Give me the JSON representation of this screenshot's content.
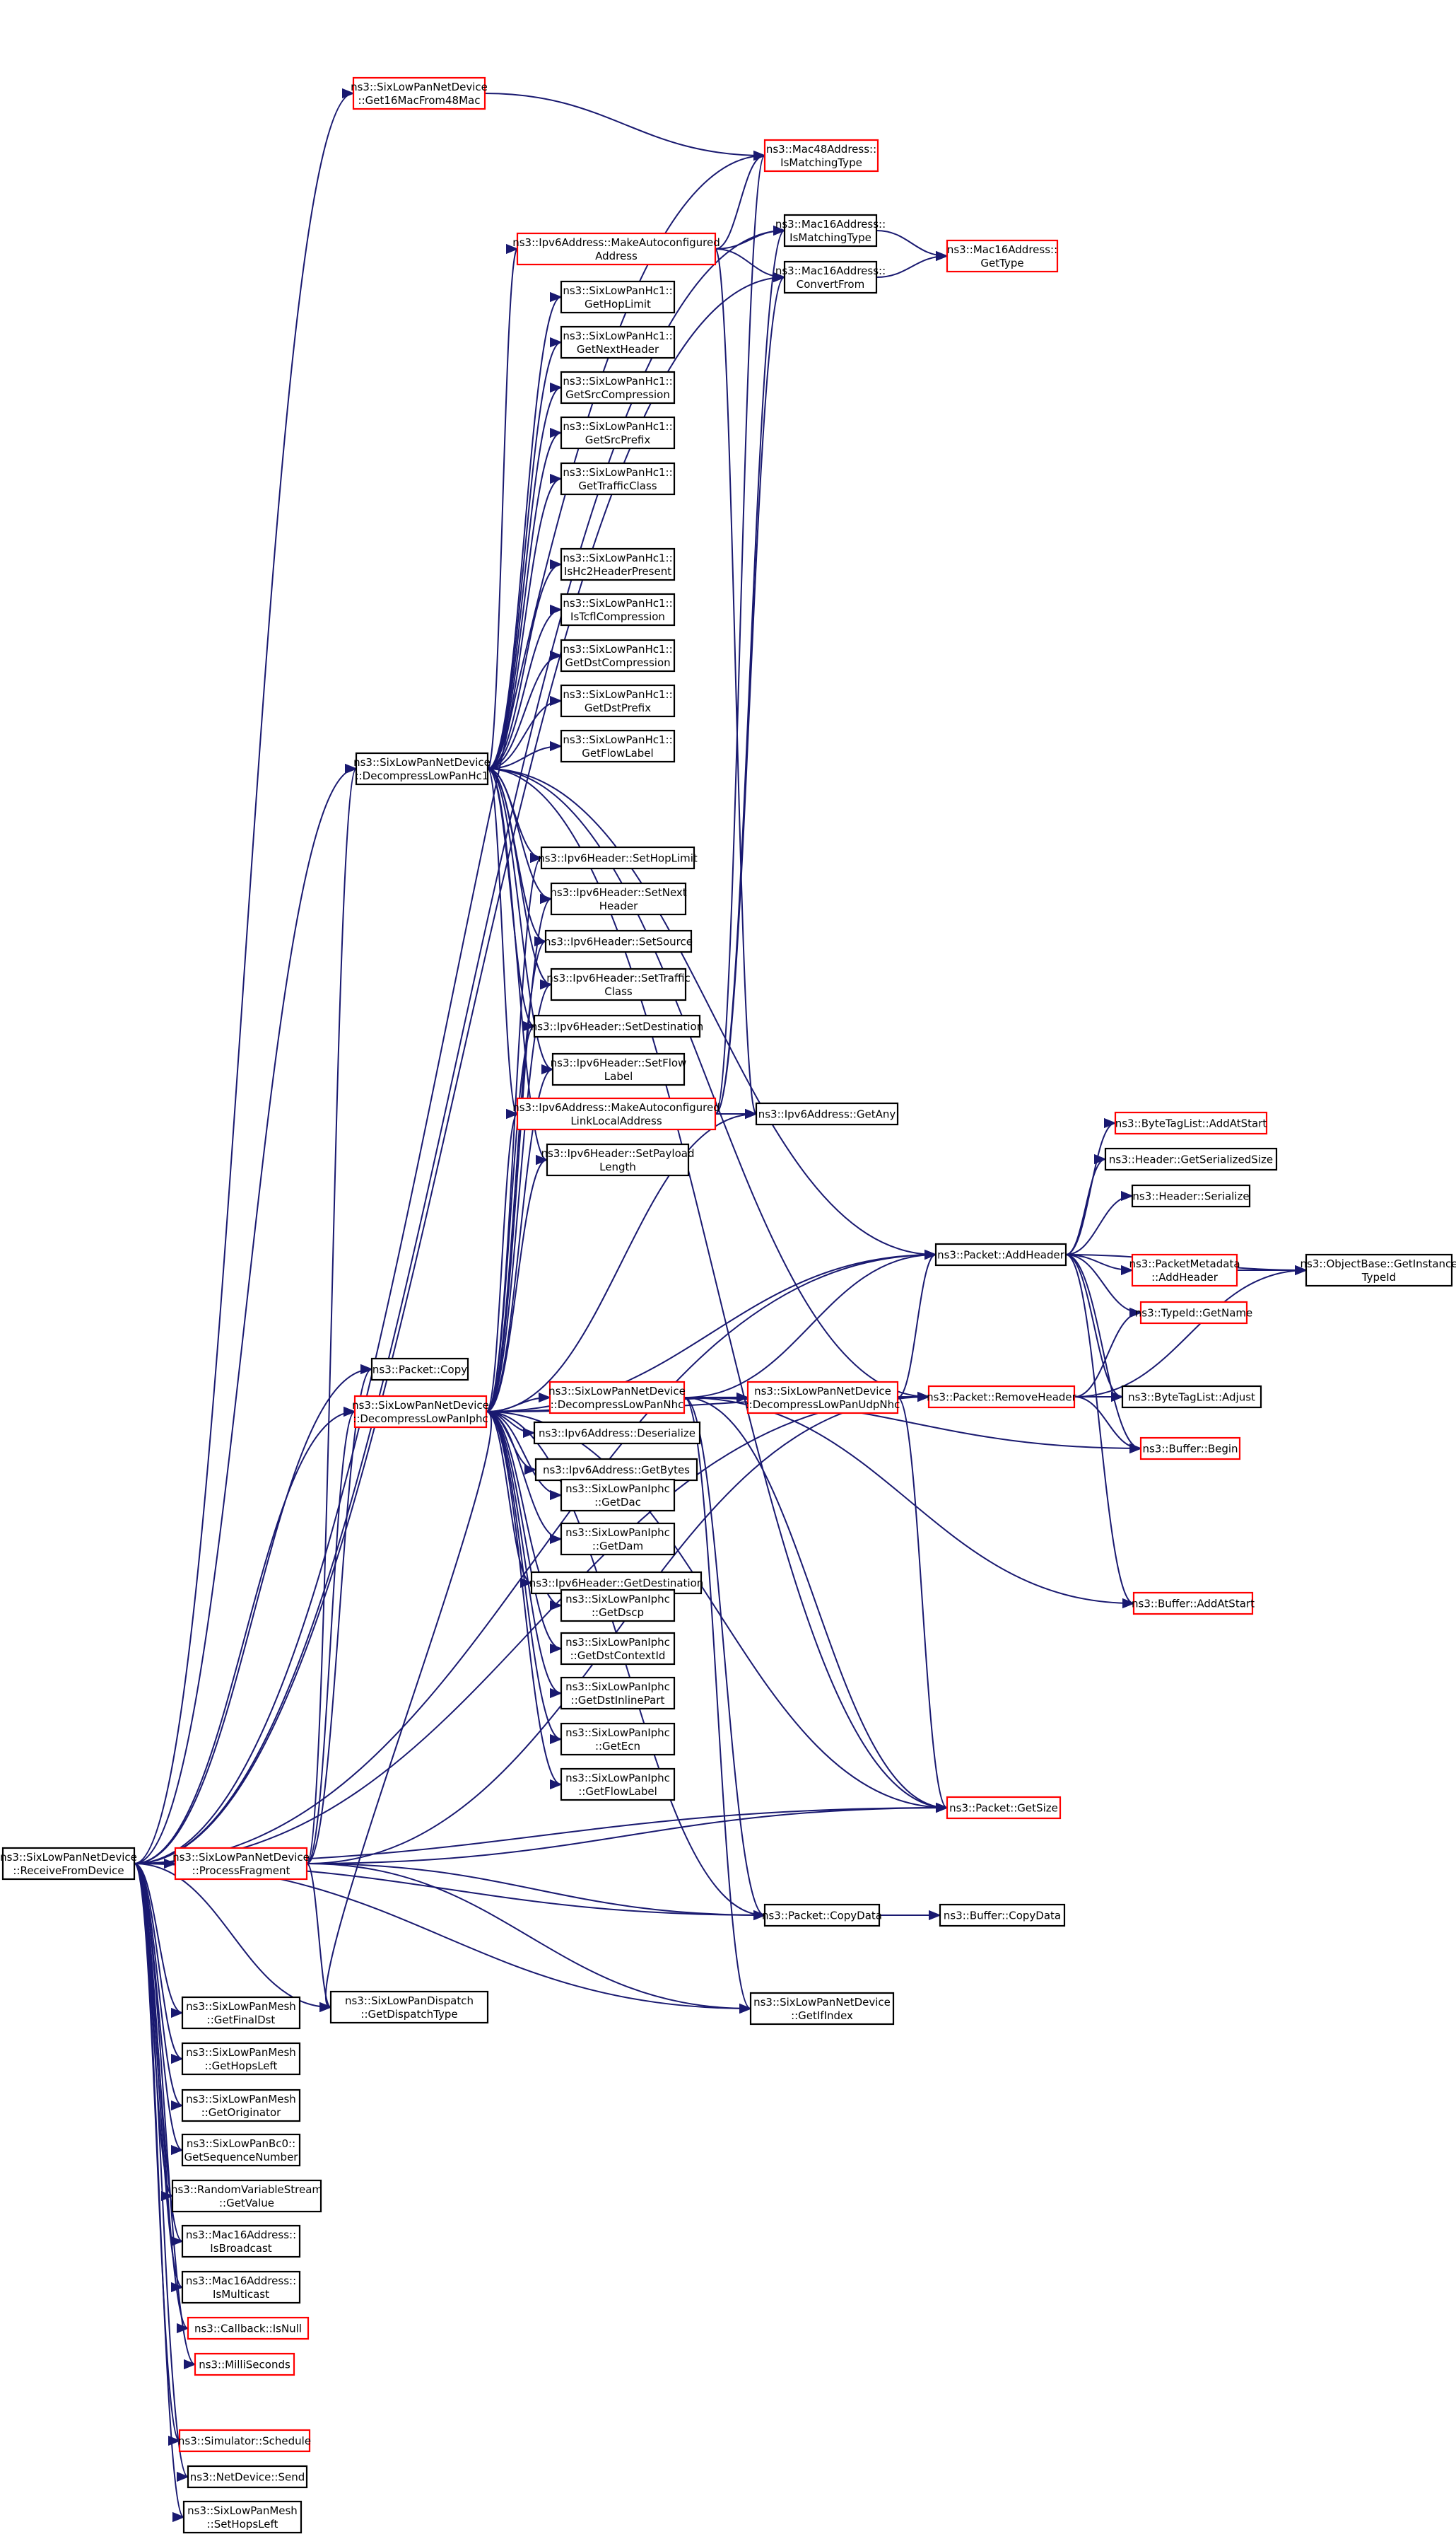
{
  "colors": {
    "edge": "#191970",
    "border_default": "#000000",
    "border_red": "#ff0000",
    "root_fill": "#bfbfbf",
    "background": "#ffffff"
  },
  "nodes": [
    {
      "id": "root",
      "lines": [
        "ns3::SixLowPanNetDevice",
        "::ReceiveFromDevice"
      ],
      "border": "black",
      "root": true
    },
    {
      "id": "get16",
      "lines": [
        "ns3::SixLowPanNetDevice",
        "::Get16MacFrom48Mac"
      ],
      "border": "red"
    },
    {
      "id": "mac48match",
      "lines": [
        "ns3::Mac48Address::",
        "IsMatchingType"
      ],
      "border": "red"
    },
    {
      "id": "mac16match",
      "lines": [
        "ns3::Mac16Address::",
        "IsMatchingType"
      ],
      "border": "black"
    },
    {
      "id": "mac16type",
      "lines": [
        "ns3::Mac16Address::",
        "GetType"
      ],
      "border": "red"
    },
    {
      "id": "mac16conv",
      "lines": [
        "ns3::Mac16Address::",
        "ConvertFrom"
      ],
      "border": "black"
    },
    {
      "id": "ipv6autoconf",
      "lines": [
        "ns3::Ipv6Address::MakeAutoconfigured",
        "Address"
      ],
      "border": "red"
    },
    {
      "id": "hc1hoplimit",
      "lines": [
        "ns3::SixLowPanHc1::",
        "GetHopLimit"
      ],
      "border": "black"
    },
    {
      "id": "hc1nexthdr",
      "lines": [
        "ns3::SixLowPanHc1::",
        "GetNextHeader"
      ],
      "border": "black"
    },
    {
      "id": "hc1srccomp",
      "lines": [
        "ns3::SixLowPanHc1::",
        "GetSrcCompression"
      ],
      "border": "black"
    },
    {
      "id": "hc1srcprefix",
      "lines": [
        "ns3::SixLowPanHc1::",
        "GetSrcPrefix"
      ],
      "border": "black"
    },
    {
      "id": "hc1tclass",
      "lines": [
        "ns3::SixLowPanHc1::",
        "GetTrafficClass"
      ],
      "border": "black"
    },
    {
      "id": "hc1hc2",
      "lines": [
        "ns3::SixLowPanHc1::",
        "IsHc2HeaderPresent"
      ],
      "border": "black"
    },
    {
      "id": "hc1tcfl",
      "lines": [
        "ns3::SixLowPanHc1::",
        "IsTcflCompression"
      ],
      "border": "black"
    },
    {
      "id": "hc1dstcomp",
      "lines": [
        "ns3::SixLowPanHc1::",
        "GetDstCompression"
      ],
      "border": "black"
    },
    {
      "id": "hc1dstprefix",
      "lines": [
        "ns3::SixLowPanHc1::",
        "GetDstPrefix"
      ],
      "border": "black"
    },
    {
      "id": "hc1flowlabel",
      "lines": [
        "ns3::SixLowPanHc1::",
        "GetFlowLabel"
      ],
      "border": "black"
    },
    {
      "id": "dechc1",
      "lines": [
        "ns3::SixLowPanNetDevice",
        "::DecompressLowPanHc1"
      ],
      "border": "black"
    },
    {
      "id": "sethoplimit",
      "lines": [
        "ns3::Ipv6Header::SetHopLimit"
      ],
      "border": "black"
    },
    {
      "id": "setnexthdr",
      "lines": [
        "ns3::Ipv6Header::SetNext",
        "Header"
      ],
      "border": "black"
    },
    {
      "id": "setsource",
      "lines": [
        "ns3::Ipv6Header::SetSource"
      ],
      "border": "black"
    },
    {
      "id": "settclass",
      "lines": [
        "ns3::Ipv6Header::SetTraffic",
        "Class"
      ],
      "border": "black"
    },
    {
      "id": "setdest",
      "lines": [
        "ns3::Ipv6Header::SetDestination"
      ],
      "border": "black"
    },
    {
      "id": "setflow",
      "lines": [
        "ns3::Ipv6Header::SetFlow",
        "Label"
      ],
      "border": "black"
    },
    {
      "id": "ipv6linklocal",
      "lines": [
        "ns3::Ipv6Address::MakeAutoconfigured",
        "LinkLocalAddress"
      ],
      "border": "red"
    },
    {
      "id": "ipv6getany",
      "lines": [
        "ns3::Ipv6Address::GetAny"
      ],
      "border": "black"
    },
    {
      "id": "setpayload",
      "lines": [
        "ns3::Ipv6Header::SetPayload",
        "Length"
      ],
      "border": "black"
    },
    {
      "id": "bytetagstart",
      "lines": [
        "ns3::ByteTagList::AddAtStart"
      ],
      "border": "red"
    },
    {
      "id": "hdrsersize",
      "lines": [
        "ns3::Header::GetSerializedSize"
      ],
      "border": "black"
    },
    {
      "id": "hdrser",
      "lines": [
        "ns3::Header::Serialize"
      ],
      "border": "black"
    },
    {
      "id": "addheader",
      "lines": [
        "ns3::Packet::AddHeader"
      ],
      "border": "black"
    },
    {
      "id": "pktmeta",
      "lines": [
        "ns3::PacketMetadata",
        "::AddHeader"
      ],
      "border": "red"
    },
    {
      "id": "objtypeid",
      "lines": [
        "ns3::ObjectBase::GetInstance",
        "TypeId"
      ],
      "border": "black"
    },
    {
      "id": "typeidname",
      "lines": [
        "ns3::TypeId::GetName"
      ],
      "border": "red"
    },
    {
      "id": "pktcopy",
      "lines": [
        "ns3::Packet::Copy"
      ],
      "border": "black"
    },
    {
      "id": "decnhc",
      "lines": [
        "ns3::SixLowPanNetDevice",
        "::DecompressLowPanNhc"
      ],
      "border": "red"
    },
    {
      "id": "decudpnhc",
      "lines": [
        "ns3::SixLowPanNetDevice",
        "::DecompressLowPanUdpNhc"
      ],
      "border": "red"
    },
    {
      "id": "removeheader",
      "lines": [
        "ns3::Packet::RemoveHeader"
      ],
      "border": "red"
    },
    {
      "id": "bytetagadjust",
      "lines": [
        "ns3::ByteTagList::Adjust"
      ],
      "border": "black"
    },
    {
      "id": "deciphc",
      "lines": [
        "ns3::SixLowPanNetDevice",
        "::DecompressLowPanIphc"
      ],
      "border": "red"
    },
    {
      "id": "ipv6deser",
      "lines": [
        "ns3::Ipv6Address::Deserialize"
      ],
      "border": "black"
    },
    {
      "id": "bufbegin",
      "lines": [
        "ns3::Buffer::Begin"
      ],
      "border": "red"
    },
    {
      "id": "ipv6getbytes",
      "lines": [
        "ns3::Ipv6Address::GetBytes"
      ],
      "border": "black"
    },
    {
      "id": "iphcdac",
      "lines": [
        "ns3::SixLowPanIphc",
        "::GetDac"
      ],
      "border": "black"
    },
    {
      "id": "iphcdam",
      "lines": [
        "ns3::SixLowPanIphc",
        "::GetDam"
      ],
      "border": "black"
    },
    {
      "id": "ipv6getdest",
      "lines": [
        "ns3::Ipv6Header::GetDestination"
      ],
      "border": "black"
    },
    {
      "id": "iphcdscp",
      "lines": [
        "ns3::SixLowPanIphc",
        "::GetDscp"
      ],
      "border": "black"
    },
    {
      "id": "bufaddstart",
      "lines": [
        "ns3::Buffer::AddAtStart"
      ],
      "border": "red"
    },
    {
      "id": "iphcdstctx",
      "lines": [
        "ns3::SixLowPanIphc",
        "::GetDstContextId"
      ],
      "border": "black"
    },
    {
      "id": "iphcdstinline",
      "lines": [
        "ns3::SixLowPanIphc",
        "::GetDstInlinePart"
      ],
      "border": "black"
    },
    {
      "id": "iphcecn",
      "lines": [
        "ns3::SixLowPanIphc",
        "::GetEcn"
      ],
      "border": "black"
    },
    {
      "id": "iphcflow",
      "lines": [
        "ns3::SixLowPanIphc",
        "::GetFlowLabel"
      ],
      "border": "black"
    },
    {
      "id": "pktgetsize",
      "lines": [
        "ns3::Packet::GetSize"
      ],
      "border": "red"
    },
    {
      "id": "procfrag",
      "lines": [
        "ns3::SixLowPanNetDevice",
        "::ProcessFragment"
      ],
      "border": "red"
    },
    {
      "id": "pktcopydata",
      "lines": [
        "ns3::Packet::CopyData"
      ],
      "border": "black"
    },
    {
      "id": "bufcopydata",
      "lines": [
        "ns3::Buffer::CopyData"
      ],
      "border": "black"
    },
    {
      "id": "dispatchtype",
      "lines": [
        "ns3::SixLowPanDispatch",
        "::GetDispatchType"
      ],
      "border": "black"
    },
    {
      "id": "getifindex",
      "lines": [
        "ns3::SixLowPanNetDevice",
        "::GetIfIndex"
      ],
      "border": "black"
    },
    {
      "id": "meshfinaldst",
      "lines": [
        "ns3::SixLowPanMesh",
        "::GetFinalDst"
      ],
      "border": "black"
    },
    {
      "id": "meshhopsleft",
      "lines": [
        "ns3::SixLowPanMesh",
        "::GetHopsLeft"
      ],
      "border": "black"
    },
    {
      "id": "meshorig",
      "lines": [
        "ns3::SixLowPanMesh",
        "::GetOriginator"
      ],
      "border": "black"
    },
    {
      "id": "bc0seq",
      "lines": [
        "ns3::SixLowPanBc0::",
        "GetSequenceNumber"
      ],
      "border": "black"
    },
    {
      "id": "rvsgetvalue",
      "lines": [
        "ns3::RandomVariableStream",
        "::GetValue"
      ],
      "border": "black"
    },
    {
      "id": "mac16bcast",
      "lines": [
        "ns3::Mac16Address::",
        "IsBroadcast"
      ],
      "border": "black"
    },
    {
      "id": "mac16mcast",
      "lines": [
        "ns3::Mac16Address::",
        "IsMulticast"
      ],
      "border": "black"
    },
    {
      "id": "cbisnull",
      "lines": [
        "ns3::Callback::IsNull"
      ],
      "border": "red"
    },
    {
      "id": "millisec",
      "lines": [
        "ns3::MilliSeconds"
      ],
      "border": "red"
    },
    {
      "id": "simsched",
      "lines": [
        "ns3::Simulator::Schedule"
      ],
      "border": "red"
    },
    {
      "id": "netdevsend",
      "lines": [
        "ns3::NetDevice::Send"
      ],
      "border": "black"
    },
    {
      "id": "meshsethops",
      "lines": [
        "ns3::SixLowPanMesh",
        "::SetHopsLeft"
      ],
      "border": "black"
    }
  ],
  "edges": [
    [
      "root",
      "get16"
    ],
    [
      "root",
      "mac48match"
    ],
    [
      "root",
      "mac16match"
    ],
    [
      "root",
      "mac16conv"
    ],
    [
      "root",
      "addheader"
    ],
    [
      "root",
      "dechc1"
    ],
    [
      "root",
      "pktcopy"
    ],
    [
      "root",
      "deciphc"
    ],
    [
      "root",
      "procfrag"
    ],
    [
      "root",
      "pktcopydata"
    ],
    [
      "root",
      "dispatchtype"
    ],
    [
      "root",
      "getifindex"
    ],
    [
      "root",
      "pktgetsize"
    ],
    [
      "root",
      "removeheader"
    ],
    [
      "root",
      "meshfinaldst"
    ],
    [
      "root",
      "meshhopsleft"
    ],
    [
      "root",
      "meshorig"
    ],
    [
      "root",
      "bc0seq"
    ],
    [
      "root",
      "rvsgetvalue"
    ],
    [
      "root",
      "mac16bcast"
    ],
    [
      "root",
      "mac16mcast"
    ],
    [
      "root",
      "cbisnull"
    ],
    [
      "root",
      "millisec"
    ],
    [
      "root",
      "simsched"
    ],
    [
      "root",
      "netdevsend"
    ],
    [
      "root",
      "meshsethops"
    ],
    [
      "get16",
      "mac48match"
    ],
    [
      "mac16match",
      "mac16type"
    ],
    [
      "mac16conv",
      "mac16type"
    ],
    [
      "ipv6autoconf",
      "mac48match"
    ],
    [
      "ipv6autoconf",
      "mac16match"
    ],
    [
      "ipv6autoconf",
      "mac16conv"
    ],
    [
      "ipv6autoconf",
      "ipv6getany"
    ],
    [
      "ipv6linklocal",
      "mac48match"
    ],
    [
      "ipv6linklocal",
      "mac16match"
    ],
    [
      "ipv6linklocal",
      "mac16conv"
    ],
    [
      "ipv6linklocal",
      "ipv6getany"
    ],
    [
      "dechc1",
      "ipv6autoconf"
    ],
    [
      "dechc1",
      "hc1hoplimit"
    ],
    [
      "dechc1",
      "hc1nexthdr"
    ],
    [
      "dechc1",
      "hc1srccomp"
    ],
    [
      "dechc1",
      "hc1srcprefix"
    ],
    [
      "dechc1",
      "hc1tclass"
    ],
    [
      "dechc1",
      "hc1hc2"
    ],
    [
      "dechc1",
      "hc1tcfl"
    ],
    [
      "dechc1",
      "hc1dstcomp"
    ],
    [
      "dechc1",
      "hc1dstprefix"
    ],
    [
      "dechc1",
      "hc1flowlabel"
    ],
    [
      "dechc1",
      "sethoplimit"
    ],
    [
      "dechc1",
      "setnexthdr"
    ],
    [
      "dechc1",
      "setsource"
    ],
    [
      "dechc1",
      "settclass"
    ],
    [
      "dechc1",
      "setdest"
    ],
    [
      "dechc1",
      "setflow"
    ],
    [
      "dechc1",
      "ipv6linklocal"
    ],
    [
      "dechc1",
      "setpayload"
    ],
    [
      "dechc1",
      "addheader"
    ],
    [
      "dechc1",
      "removeheader"
    ],
    [
      "dechc1",
      "pktgetsize"
    ],
    [
      "addheader",
      "bytetagstart"
    ],
    [
      "addheader",
      "hdrsersize"
    ],
    [
      "addheader",
      "hdrser"
    ],
    [
      "addheader",
      "pktmeta"
    ],
    [
      "addheader",
      "objtypeid"
    ],
    [
      "addheader",
      "typeidname"
    ],
    [
      "addheader",
      "bytetagadjust"
    ],
    [
      "addheader",
      "bufbegin"
    ],
    [
      "addheader",
      "bufaddstart"
    ],
    [
      "pktmeta",
      "objtypeid"
    ],
    [
      "removeheader",
      "objtypeid"
    ],
    [
      "removeheader",
      "typeidname"
    ],
    [
      "removeheader",
      "bytetagadjust"
    ],
    [
      "removeheader",
      "bufbegin"
    ],
    [
      "decnhc",
      "addheader"
    ],
    [
      "decnhc",
      "decudpnhc"
    ],
    [
      "decnhc",
      "removeheader"
    ],
    [
      "decnhc",
      "bufbegin"
    ],
    [
      "decnhc",
      "bufaddstart"
    ],
    [
      "decnhc",
      "pktgetsize"
    ],
    [
      "decnhc",
      "pktcopydata"
    ],
    [
      "decnhc",
      "getifindex"
    ],
    [
      "decudpnhc",
      "addheader"
    ],
    [
      "decudpnhc",
      "removeheader"
    ],
    [
      "decudpnhc",
      "pktgetsize"
    ],
    [
      "deciphc",
      "sethoplimit"
    ],
    [
      "deciphc",
      "setnexthdr"
    ],
    [
      "deciphc",
      "setsource"
    ],
    [
      "deciphc",
      "settclass"
    ],
    [
      "deciphc",
      "setdest"
    ],
    [
      "deciphc",
      "setflow"
    ],
    [
      "deciphc",
      "ipv6linklocal"
    ],
    [
      "deciphc",
      "ipv6getany"
    ],
    [
      "deciphc",
      "setpayload"
    ],
    [
      "deciphc",
      "addheader"
    ],
    [
      "deciphc",
      "decnhc"
    ],
    [
      "deciphc",
      "decudpnhc"
    ],
    [
      "deciphc",
      "removeheader"
    ],
    [
      "deciphc",
      "ipv6deser"
    ],
    [
      "deciphc",
      "ipv6getbytes"
    ],
    [
      "deciphc",
      "iphcdac"
    ],
    [
      "deciphc",
      "iphcdam"
    ],
    [
      "deciphc",
      "ipv6getdest"
    ],
    [
      "deciphc",
      "iphcdscp"
    ],
    [
      "deciphc",
      "iphcdstctx"
    ],
    [
      "deciphc",
      "iphcdstinline"
    ],
    [
      "deciphc",
      "iphcecn"
    ],
    [
      "deciphc",
      "iphcflow"
    ],
    [
      "deciphc",
      "pktgetsize"
    ],
    [
      "deciphc",
      "pktcopydata"
    ],
    [
      "deciphc",
      "dispatchtype"
    ],
    [
      "procfrag",
      "pktcopy"
    ],
    [
      "procfrag",
      "dechc1"
    ],
    [
      "procfrag",
      "deciphc"
    ],
    [
      "procfrag",
      "removeheader"
    ],
    [
      "procfrag",
      "pktcopydata"
    ],
    [
      "procfrag",
      "pktgetsize"
    ],
    [
      "procfrag",
      "dispatchtype"
    ],
    [
      "procfrag",
      "getifindex"
    ],
    [
      "pktcopydata",
      "bufcopydata"
    ]
  ]
}
